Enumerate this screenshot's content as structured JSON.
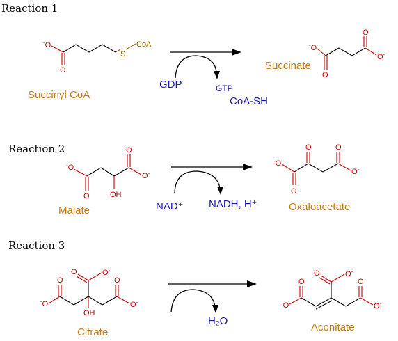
{
  "colors": {
    "compound_name": "#c47a12",
    "cofactor": "#1a1aa8",
    "oxygen": "#cc0000",
    "sulfur": "#996600",
    "bond": "#000000"
  },
  "reactions": [
    {
      "title": "Reaction 1",
      "substrate": "Succinyl CoA",
      "product": "Succinate",
      "cofactor_in": "GDP",
      "cofactor_out": [
        "GTP",
        "CoA-SH"
      ]
    },
    {
      "title": "Reaction 2",
      "substrate": "Malate",
      "product": "Oxaloacetate",
      "cofactor_in": "NAD⁺",
      "cofactor_out": [
        "NADH, H⁺"
      ]
    },
    {
      "title": "Reaction 3",
      "substrate": "Citrate",
      "product": "Aconitate",
      "cofactor_out": [
        "H₂O"
      ]
    }
  ],
  "atoms": {
    "oxygen": "O",
    "oxygen_minus": "-O",
    "charge": "-",
    "hydroxyl_oh": "OH",
    "sulfur": "S",
    "coa_group": "CoA"
  }
}
